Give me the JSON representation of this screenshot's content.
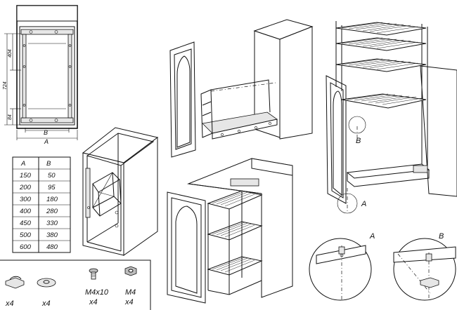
{
  "front_view": {
    "dim_a": "A",
    "dim_b": "B",
    "dim_heights": [
      "404",
      "724",
      "84"
    ]
  },
  "table": {
    "headers": [
      "A",
      "B"
    ],
    "rows": [
      [
        "150",
        "50"
      ],
      [
        "200",
        "95"
      ],
      [
        "300",
        "180"
      ],
      [
        "400",
        "280"
      ],
      [
        "450",
        "330"
      ],
      [
        "500",
        "380"
      ],
      [
        "600",
        "480"
      ]
    ]
  },
  "hardware": [
    {
      "label": "",
      "qty": "x4"
    },
    {
      "label": "",
      "qty": "x4"
    },
    {
      "label": "M4x10",
      "qty": "x4"
    },
    {
      "label": "M4",
      "qty": "x4"
    }
  ],
  "details": {
    "a_marker": "A",
    "b_marker": "B",
    "a_detail_label": "A",
    "b_detail_label": "B"
  }
}
